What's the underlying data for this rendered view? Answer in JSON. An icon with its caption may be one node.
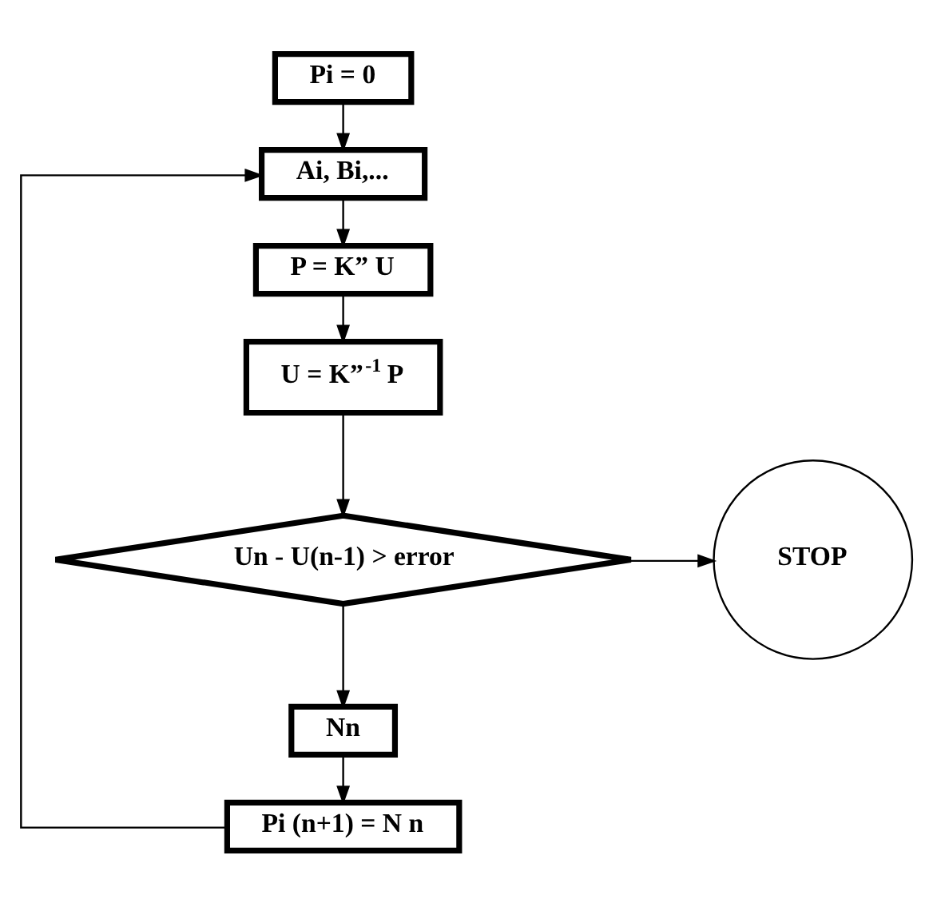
{
  "diagram": {
    "nodes": [
      {
        "text": [
          "Pi = 0"
        ]
      },
      {
        "text": [
          "Ai, Bi,..."
        ]
      },
      {
        "text": [
          "P = K” U"
        ]
      },
      {
        "text": [
          "U = K”$^{-1}$ P"
        ]
      },
      {
        "text": [
          "Un - U(n-1) > error"
        ]
      },
      {
        "text": [
          "STOP"
        ]
      },
      {
        "text": [
          "Nn"
        ]
      },
      {
        "text": [
          "Pi (n+1) = N n"
        ]
      }
    ],
    "edges": [
      {
        "from": 0,
        "to": 1,
        "arrow": "to"
      },
      {
        "from": 1,
        "to": 2,
        "arrow": "to"
      },
      {
        "from": 2,
        "to": 3,
        "arrow": "to"
      },
      {
        "from": 3,
        "to": 4,
        "arrow": "to"
      },
      {
        "from": 4,
        "to": 5,
        "arrow": "to"
      },
      {
        "from": 4,
        "to": 6,
        "arrow": "to"
      },
      {
        "from": 6,
        "to": 7,
        "arrow": "to"
      },
      {
        "from": 7,
        "to": 1,
        "arrow": "to"
      }
    ]
  }
}
